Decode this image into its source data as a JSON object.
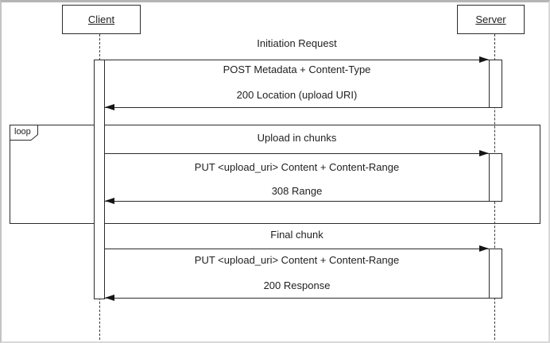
{
  "window": {
    "background": "#ffffff",
    "frame_border_color": "#b5b5b5"
  },
  "diagram": {
    "type": "uml-sequence-diagram",
    "colors": {
      "line": "#2b2b2b",
      "text": "#1f1f1f",
      "fill": "#ffffff"
    },
    "actors": {
      "client": {
        "label": "Client"
      },
      "server": {
        "label": "Server"
      }
    },
    "sections": {
      "initiation": {
        "title": "Initiation Request",
        "request": "POST Metadata + Content-Type",
        "response": "200 Location (upload URI)"
      },
      "loop": {
        "frame_label": "loop",
        "title": "Upload in chunks",
        "request": "PUT <upload_uri> Content + Content-Range",
        "response": "308 Range"
      },
      "final": {
        "title": "Final chunk",
        "request": "PUT <upload_uri> Content + Content-Range",
        "response": "200 Response"
      }
    }
  }
}
